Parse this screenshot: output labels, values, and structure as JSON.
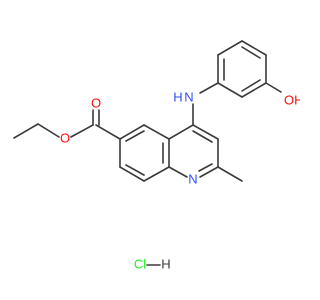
{
  "diagram": {
    "kind": "chemical-structure",
    "atom_labels": {
      "O_carbonyl": "O",
      "O_ester": "O",
      "N_amine": "N",
      "H_amine": "H",
      "OH": "OH",
      "N_ring": "N",
      "Cl": "Cl",
      "H_salt": "H"
    },
    "colors": {
      "bond": "#3a3a3a",
      "oxygen": "#ff0d0d",
      "nitrogen": "#3050f8",
      "chlorine": "#1ff01f",
      "carbon_hydrogen_text": "#3a3a3a"
    }
  }
}
